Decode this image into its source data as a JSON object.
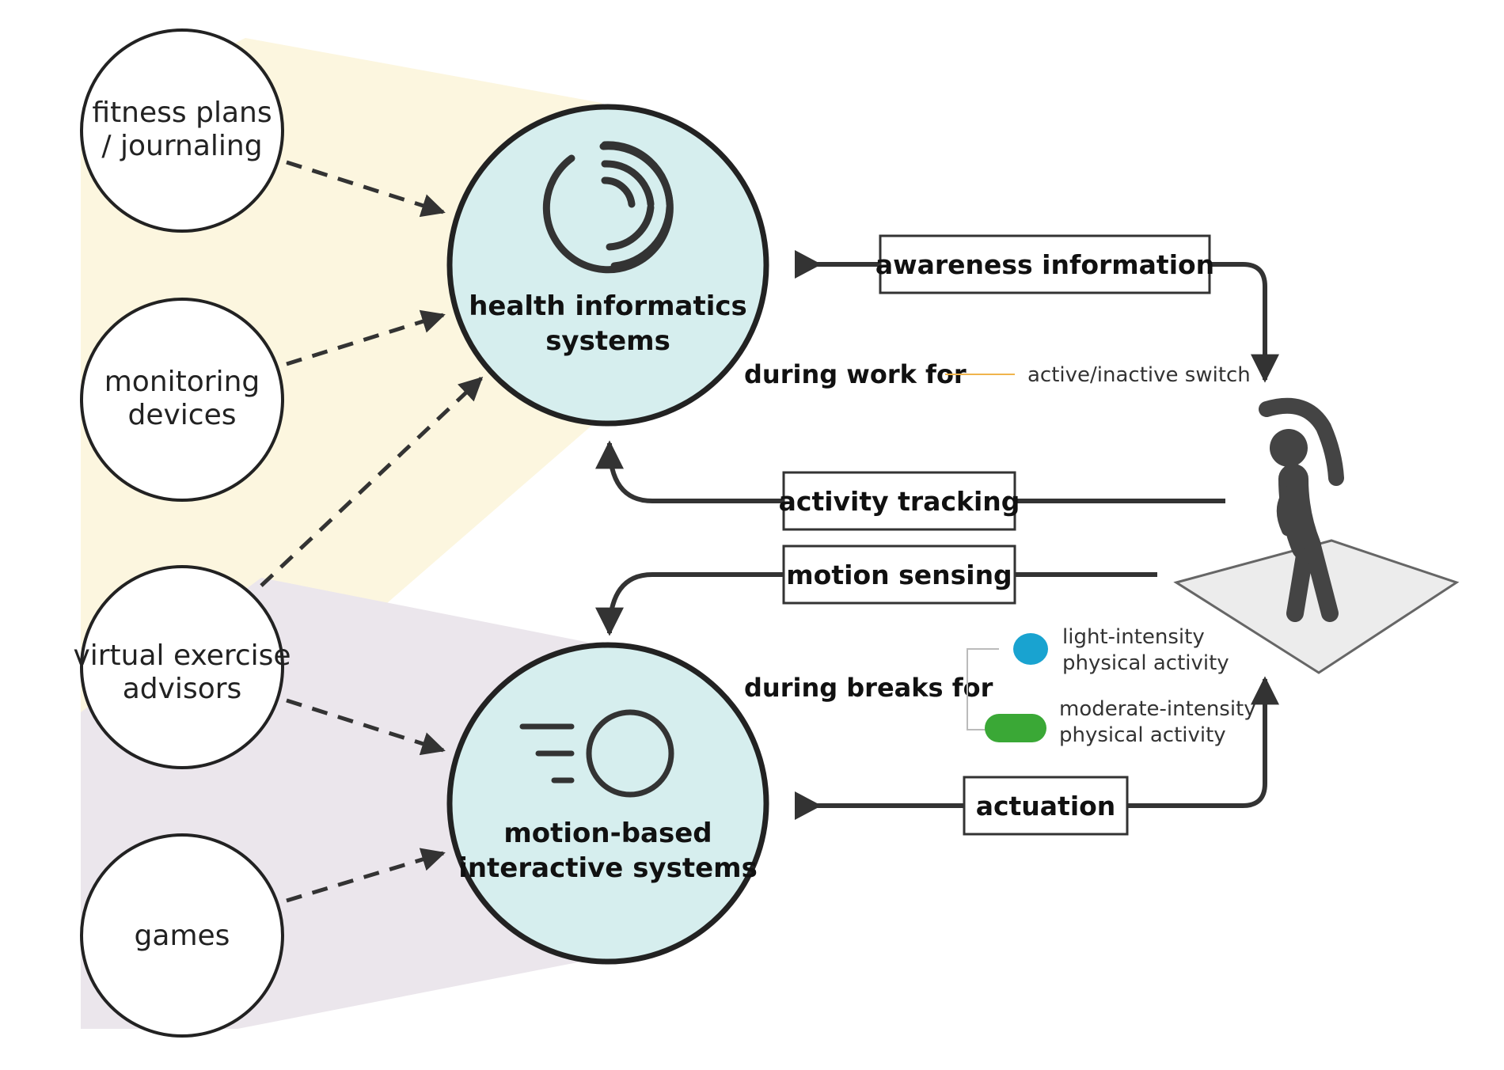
{
  "sources": [
    {
      "id": "fitness",
      "lines": [
        "fitness plans",
        "/ journaling"
      ]
    },
    {
      "id": "monitoring",
      "lines": [
        "monitoring",
        "devices"
      ]
    },
    {
      "id": "advisors",
      "lines": [
        "virtual exercise",
        "advisors"
      ]
    },
    {
      "id": "games",
      "lines": [
        "games"
      ]
    }
  ],
  "systems": {
    "health": {
      "lines": [
        "health informatics",
        "systems"
      ]
    },
    "motion": {
      "lines": [
        "motion-based",
        "interactive systems"
      ]
    }
  },
  "boxes": {
    "awareness": "awareness information",
    "activity": "activity tracking",
    "motion_sensing": "motion sensing",
    "actuation": "actuation"
  },
  "labels": {
    "during_work": "during work for",
    "switch": "active/inactive switch",
    "during_breaks": "during breaks for",
    "light": [
      "light-intensity",
      "physical activity"
    ],
    "moderate": [
      "moderate-intensity",
      "physical activity"
    ]
  },
  "colors": {
    "system_fill": "#d6eeee",
    "health_zone": "#fcf6df",
    "motion_zone": "#ebe6ec",
    "switch_line": "#f0b44c",
    "light_dot": "#19a3d0",
    "moderate_pill": "#3aa836",
    "figure": "#444444",
    "mat": "#ececec"
  },
  "icons": {
    "health": "activity-rings-icon",
    "motion": "moving-ball-icon",
    "person": "stretching-person-icon"
  }
}
